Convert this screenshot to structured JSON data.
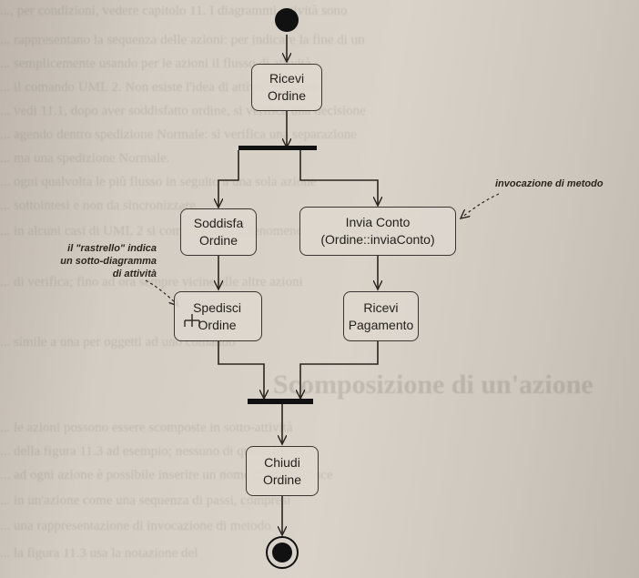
{
  "actions": {
    "ricevi_ordine": "Ricevi\nOrdine",
    "soddisfa_ordine": "Soddisfa\nOrdine",
    "invia_conto": "Invia Conto\n(Ordine::inviaConto)",
    "spedisci_ordine": "Spedisci\nOrdine",
    "ricevi_pagamento": "Ricevi\nPagamento",
    "chiudi_ordine": "Chiudi\nOrdine"
  },
  "notes": {
    "invocazione": "invocazione di metodo",
    "rastrello": "il \"rastrello\" indica\nun sotto-diagramma\ndi attività"
  },
  "background_text": {
    "lines": [
      "..., per condizioni, vedere capitolo 11. I diagrammi attività sono",
      "... rappresentano la sequenza delle azioni: per indicare la fine di un",
      "... semplicemente usando per le azioni il flusso di attività",
      "... il comando UML 2. Non esiste l'idea di attività separata",
      "... vedi 11.1, dopo aver soddisfatto ordine, si verifica una decisione",
      "... agendo dentro spedizione Normale: si verifica una separazione",
      "... ma una spedizione Normale.",
      "... ogni qualvolta le più flusso in seguito a una sola azione",
      "... sottointesi e non da sincronizzare",
      "... in alcuni casi di UML 2 si compare questo fenomeno",
      "... di verifica; fino ad ora sempre vicine alle altre azioni",
      "... simile a una per oggetti ad uno comando",
      "Scomposizione di un'azione",
      "... le azioni possono essere scomposte in sotto-attività",
      "... della figura 11.3 ad esempio; nessuno di questi ha",
      "... ad ogni azione è possibile inserire un nome che si riferisce",
      "... in un'azione come una sequenza di passi, compresi",
      "... una rappresentazione di invocazione di metodo",
      "... la figura 11.3 usa la notazione del"
    ]
  }
}
